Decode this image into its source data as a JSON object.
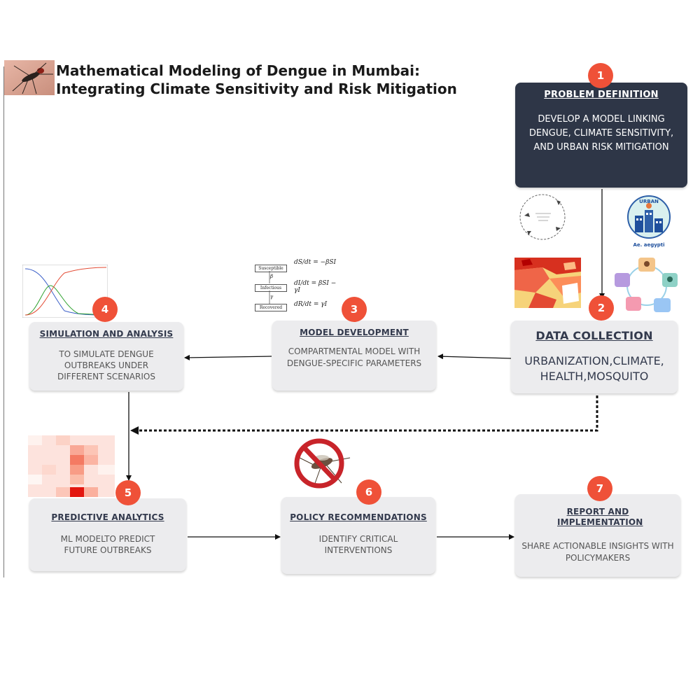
{
  "title": {
    "line1": "Mathematical Modeling of Dengue in Mumbai:",
    "line2": "Integrating Climate Sensitivity and Risk Mitigation"
  },
  "steps": [
    {
      "number": "1",
      "title": "PROBLEM DEFINITION",
      "body": "DEVELOP A MODEL LINKING DENGUE, CLIMATE SENSITIVITY, AND URBAN RISK MITIGATION"
    },
    {
      "number": "2",
      "title": "DATA COLLECTION",
      "body": "URBANIZATION,CLIMATE, HEALTH,MOSQUITO"
    },
    {
      "number": "3",
      "title": "MODEL DEVELOPMENT",
      "body": "COMPARTMENTAL  MODEL WITH DENGUE-SPECIFIC PARAMETERS"
    },
    {
      "number": "4",
      "title": "SIMULATION AND ANALYSIS",
      "body": "TO SIMULATE DENGUE OUTBREAKS UNDER DIFFERENT SCENARIOS"
    },
    {
      "number": "5",
      "title": "PREDICTIVE ANALYTICS",
      "body": "ML MODELTO PREDICT FUTURE OUTBREAKS"
    },
    {
      "number": "6",
      "title": "POLICY RECOMMENDATIONS",
      "body": "IDENTIFY CRITICAL INTERVENTIONS"
    },
    {
      "number": "7",
      "title": "REPORT AND IMPLEMENTATION",
      "body": "SHARE ACTIONABLE INSIGHTS WITH POLICYMAKERS"
    }
  ],
  "urban_icon": {
    "label": "URBAN",
    "caption": "Ae. aegypti"
  },
  "sir": {
    "susceptible": "Susceptible",
    "infectious": "Infectious",
    "recovered": "Recovered",
    "beta": "β",
    "gamma": "γ",
    "eq1_lhs": "dS/dt",
    "eq1_rhs": "= −βSI",
    "eq2_lhs": "dI/dt",
    "eq2_rhs": "= βSI − γI",
    "eq3_lhs": "dR/dt",
    "eq3_rhs": "= γI"
  },
  "colors": {
    "badge": "#ef5138",
    "dark_box": "#2e3647",
    "box": "#ececee",
    "arrow": "#111111"
  }
}
